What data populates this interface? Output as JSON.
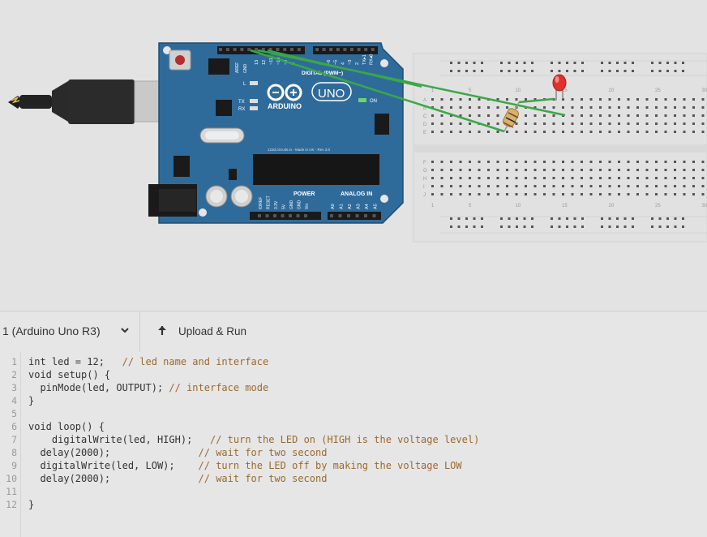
{
  "board": {
    "logo_text": "ARDUINO",
    "uno_text": "UNO",
    "digital_label": "DIGITAL (PWM~)",
    "power_label": "POWER",
    "analog_label": "ANALOG IN",
    "on_label": "ON",
    "l_label": "L",
    "tx_label": "TX",
    "rx_label": "RX",
    "aref_label": "AREF",
    "gnd_label": "GND",
    "site_label": "123d.circuits.io - Made in UK - Rev 3.0",
    "top_pins": [
      "13",
      "12",
      "~11",
      "~10",
      "~9",
      "8",
      "7",
      "~6",
      "~5",
      "4",
      "~3",
      "2",
      "TX▸1",
      "RX◂0"
    ],
    "power_pins": [
      "IOREF",
      "RESET",
      "3.3V",
      "5V",
      "GND",
      "GND",
      "Vin"
    ],
    "analog_pins": [
      "A0",
      "A1",
      "A2",
      "A3",
      "A4",
      "A5"
    ]
  },
  "breadboard": {
    "column_numbers": [
      "1",
      "5",
      "10",
      "15",
      "20",
      "25",
      "30"
    ],
    "row_letters_top": [
      "A",
      "B",
      "C",
      "D",
      "E"
    ],
    "row_letters_bottom": [
      "F",
      "G",
      "H",
      "I",
      "J"
    ]
  },
  "colors": {
    "board": "#2f6b9a",
    "wire": "#3aa845",
    "led": "#e0312b",
    "breadboard": "#e1e1e1"
  },
  "toolbar": {
    "device_label": "1 (Arduino Uno R3)",
    "device_icon": "chevron-down-icon",
    "upload_label": "Upload & Run",
    "upload_icon": "upload-arrow-icon"
  },
  "editor": {
    "lines": [
      {
        "num": "1",
        "code": "int led = 12;   ",
        "comment": "// led name and interface"
      },
      {
        "num": "2",
        "code": "void setup() {",
        "comment": ""
      },
      {
        "num": "3",
        "code": "  pinMode(led, OUTPUT); ",
        "comment": "// interface mode"
      },
      {
        "num": "4",
        "code": "}",
        "comment": ""
      },
      {
        "num": "5",
        "code": "",
        "comment": ""
      },
      {
        "num": "6",
        "code": "void loop() {",
        "comment": ""
      },
      {
        "num": "7",
        "code": "    digitalWrite(led, HIGH);   ",
        "comment": "// turn the LED on (HIGH is the voltage level)"
      },
      {
        "num": "8",
        "code": "  delay(2000);               ",
        "comment": "// wait for two second"
      },
      {
        "num": "9",
        "code": "  digitalWrite(led, LOW);    ",
        "comment": "// turn the LED off by making the voltage LOW"
      },
      {
        "num": "10",
        "code": "  delay(2000);               ",
        "comment": "// wait for two second"
      },
      {
        "num": "11",
        "code": "",
        "comment": ""
      },
      {
        "num": "12",
        "code": "}",
        "comment": ""
      }
    ]
  }
}
